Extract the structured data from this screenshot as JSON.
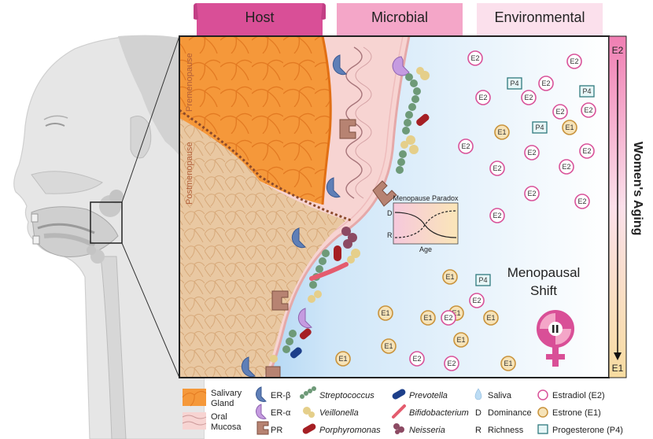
{
  "tabs": {
    "host": "Host",
    "microbial": "Microbial",
    "environmental": "Environmental"
  },
  "stages": {
    "premenopause": "Premenopause",
    "postmenopause": "Postmenopause"
  },
  "aging_bar": {
    "top": "E2",
    "bottom": "E1",
    "label": "Women's Aging"
  },
  "shift_label": {
    "line1": "Menopausal",
    "line2": "Shift"
  },
  "paradox": {
    "title": "Menopause Paradox",
    "d": "D",
    "r": "R",
    "xlabel": "Age"
  },
  "hormones": {
    "e2": "E2",
    "e1": "E1",
    "p4": "P4"
  },
  "legend": {
    "salivary": [
      "Salivary",
      "Gland"
    ],
    "mucosa": [
      "Oral",
      "Mucosa"
    ],
    "er_beta": "ER-β",
    "er_alpha": "ER-α",
    "pr": "PR",
    "streptococcus": "Streptococcus",
    "veillonella": "Veillonella",
    "porphyromonas": "Porphyromonas",
    "prevotella": "Prevotella",
    "bifidobacterium": "Bifidobacterium",
    "neisseria": "Neisseria",
    "saliva": "Saliva",
    "d_symbol": "D",
    "dominance": "Dominance",
    "r_symbol": "R",
    "richness": "Richness",
    "estradiol": "Estradiol (E2)",
    "estrone": "Estrone (E1)",
    "progesterone": "Progesterone (P4)"
  },
  "colors": {
    "host_tab": "#d94f97",
    "microbial_tab": "#f4a6c8",
    "environmental_tab": "#fbe0ec",
    "salivary": "#f59a3c",
    "salivary_post": "#e9c8a2",
    "mucosa": "#f7d4d2",
    "saliva": "#cfe6f7",
    "er_beta": "#5f7fb7",
    "er_alpha": "#c59be0",
    "pr": "#b78372",
    "strep": "#6e9a78",
    "veillonella": "#e5cf8a",
    "porphyromonas": "#a51f24",
    "prevotella": "#1d3f8a",
    "bifido": "#e45c6e",
    "neisseria": "#8c4a63",
    "e2_ring": "#d9539a",
    "e1_ring": "#c9933c",
    "p4_box": "#2f7a7e"
  }
}
